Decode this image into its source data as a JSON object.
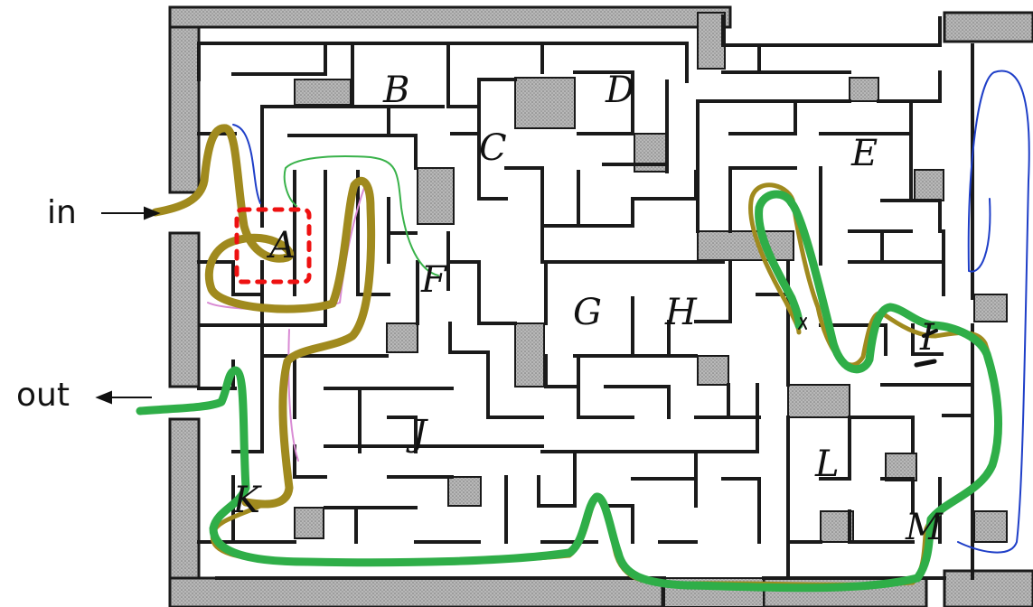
{
  "entry_label": "in",
  "exit_label": "out",
  "room_labels": [
    {
      "id": "A",
      "text": "A"
    },
    {
      "id": "B",
      "text": "B"
    },
    {
      "id": "C",
      "text": "C"
    },
    {
      "id": "D",
      "text": "D"
    },
    {
      "id": "E",
      "text": "E"
    },
    {
      "id": "F",
      "text": "F"
    },
    {
      "id": "G",
      "text": "G"
    },
    {
      "id": "H",
      "text": "H"
    },
    {
      "id": "I",
      "text": "I"
    },
    {
      "id": "J",
      "text": "J"
    },
    {
      "id": "K",
      "text": "K"
    },
    {
      "id": "L",
      "text": "L"
    },
    {
      "id": "M",
      "text": "M"
    }
  ],
  "colors": {
    "wall": "#1a1a1a",
    "wall_fill": "#bdbdbd",
    "path_gold": "#a08a1e",
    "path_green": "#2fae48",
    "path_blue": "#1f3fc8",
    "thin_green": "#39b24a",
    "pink": "#d98bd4",
    "dashed_red": "#ee1111",
    "mark": "#111111"
  }
}
